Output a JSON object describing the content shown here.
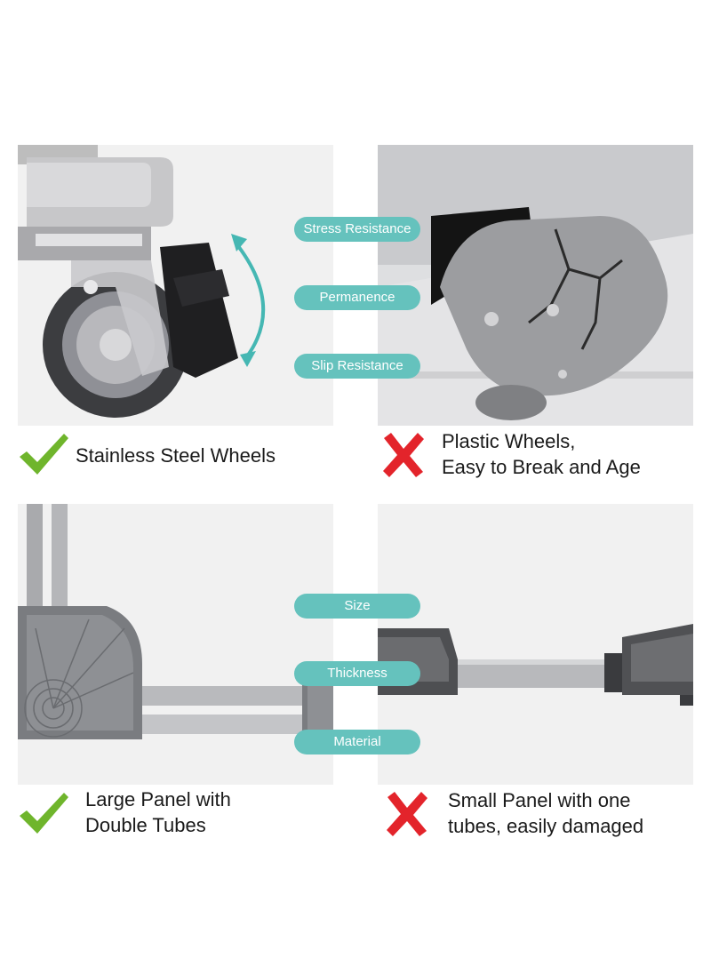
{
  "top": {
    "left_caption": "Stainless Steel Wheels",
    "right_caption_line1": "Plastic Wheels,",
    "right_caption_line2": "Easy to Break and Age",
    "pills": [
      "Stress Resistance",
      "Permanence",
      "Slip Resistance"
    ]
  },
  "bottom": {
    "left_caption_line1": "Large Panel with",
    "left_caption_line2": "Double Tubes",
    "right_caption_line1": "Small Panel with one",
    "right_caption_line2": "tubes, easily damaged",
    "pills": [
      "Size",
      "Thickness",
      "Material"
    ]
  },
  "colors": {
    "pill": "#65c2bd",
    "check": "#6fb52c",
    "cross": "#e3242b"
  },
  "icons": {
    "good": "check-icon",
    "bad": "cross-icon"
  }
}
